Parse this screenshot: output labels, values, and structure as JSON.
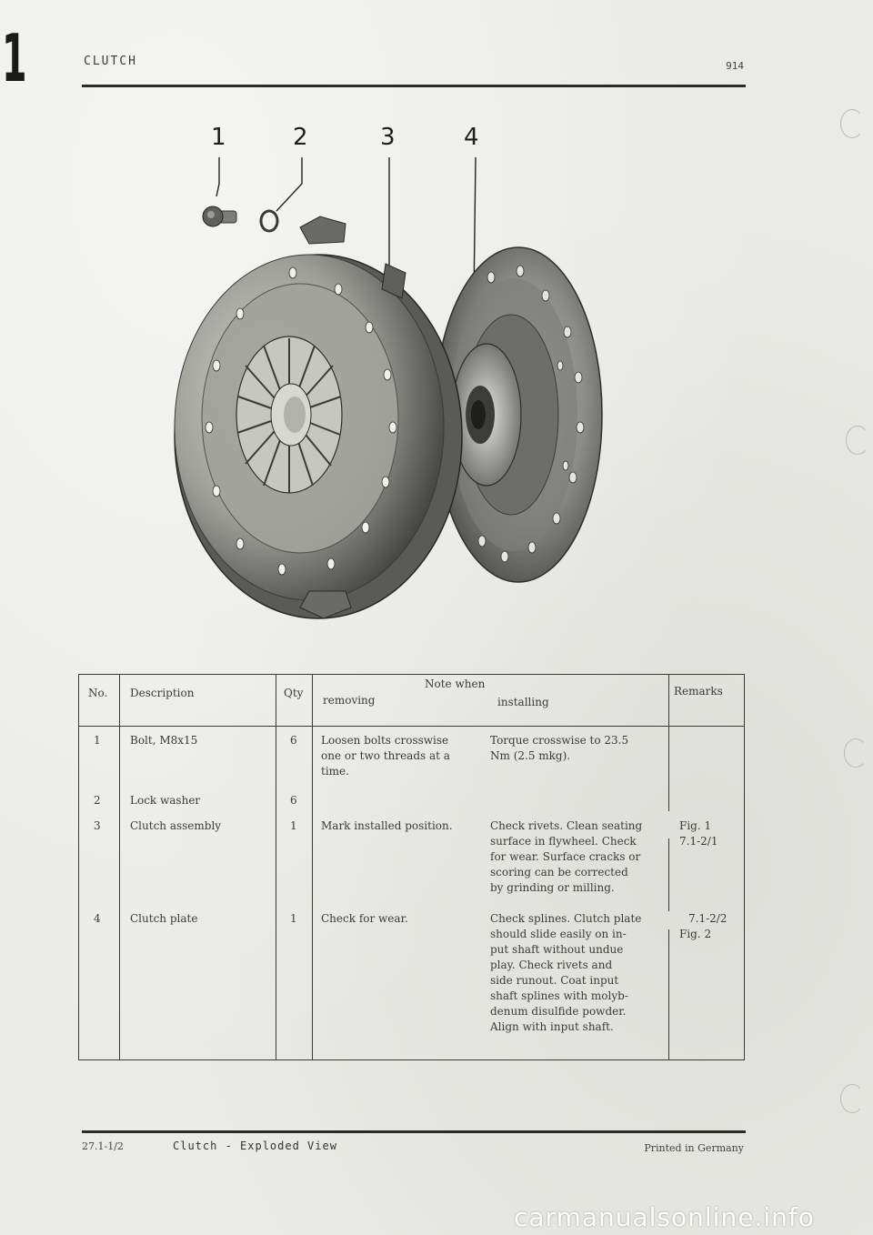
{
  "header": {
    "section_number": "1",
    "section_title": "CLUTCH",
    "model": "914"
  },
  "figure": {
    "callouts": [
      "1",
      "2",
      "3",
      "4"
    ]
  },
  "table": {
    "headers": {
      "no": "No.",
      "description": "Description",
      "qty": "Qty",
      "note_when": "Note when",
      "removing": "removing",
      "installing": "installing",
      "remarks": "Remarks"
    },
    "rows": [
      {
        "no": "1",
        "description": "Bolt, M8x15",
        "qty": "6",
        "removing": [
          "Loosen bolts crosswise",
          "one or two threads at a",
          "time."
        ],
        "installing": [
          "Torque crosswise to 23.5",
          "Nm (2.5 mkg)."
        ],
        "remarks": []
      },
      {
        "no": "2",
        "description": "Lock washer",
        "qty": "6",
        "removing": [],
        "installing": [],
        "remarks": []
      },
      {
        "no": "3",
        "description": "Clutch assembly",
        "qty": "1",
        "removing": [
          "Mark installed position."
        ],
        "installing": [
          "Check rivets. Clean seating",
          "surface in flywheel. Check",
          "for wear. Surface cracks or",
          "scoring can be corrected",
          "by grinding or milling."
        ],
        "remarks": [
          "Fig. 1",
          "7.1-2/1"
        ]
      },
      {
        "no": "4",
        "description": "Clutch plate",
        "qty": "1",
        "removing": [
          "Check for wear."
        ],
        "installing": [
          "Check splines. Clutch plate",
          "should slide easily on in-",
          "put shaft without undue",
          "play. Check rivets and",
          "side runout. Coat input",
          "shaft splines with molyb-",
          "denum disulfide powder.",
          "Align with input shaft."
        ],
        "remarks": [
          "7.1-2/2",
          "Fig. 2"
        ]
      }
    ]
  },
  "footer": {
    "ref": "27.1-1/2",
    "title": "Clutch - Exploded View",
    "printed": "Printed in Germany"
  },
  "watermark": "carmanualsonline.info"
}
